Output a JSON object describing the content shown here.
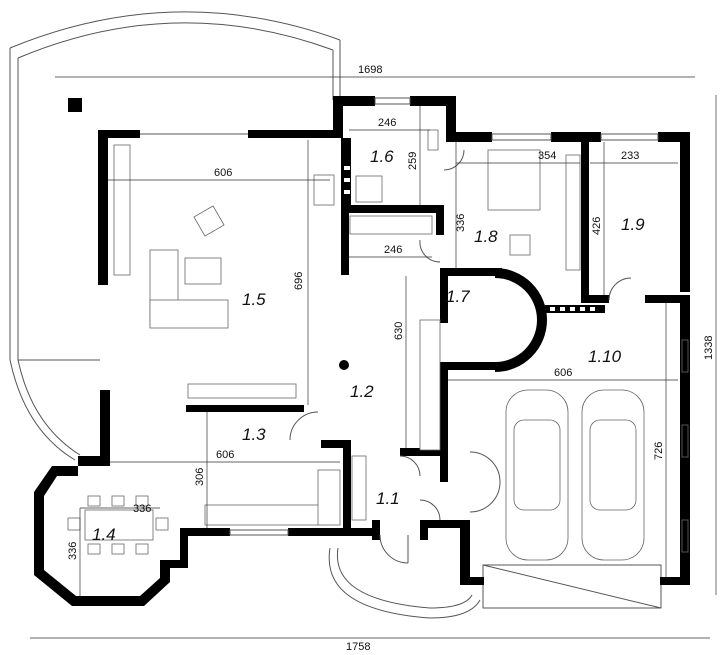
{
  "rooms": [
    "1.1",
    "1.2",
    "1.3",
    "1.4",
    "1.5",
    "1.6",
    "1.7",
    "1.8",
    "1.9",
    "1.10"
  ],
  "dimensions": {
    "top_total": "1698",
    "bottom_total": "1758",
    "right_total": "1338",
    "living_width": "606",
    "living_height": "696",
    "bath_width": "246",
    "bath_height": "259",
    "bed_width": "354",
    "bed_depth": "336",
    "hall_width": "246",
    "room19_width": "233",
    "room19_height": "426",
    "hall_height": "630",
    "garage_width": "606",
    "garage_height": "726",
    "kitchen_width": "606",
    "kitchen_height": "306",
    "dining_width": "336",
    "dining_height": "336"
  }
}
